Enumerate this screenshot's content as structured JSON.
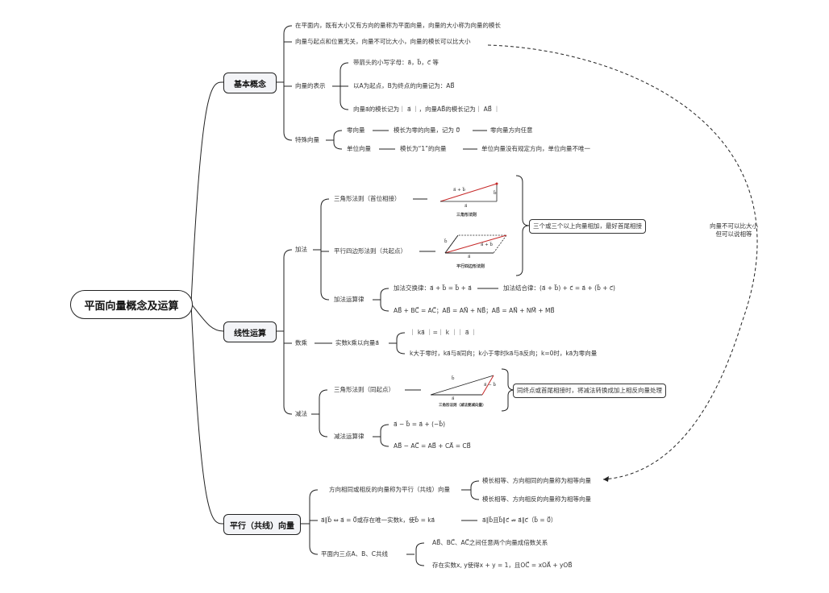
{
  "root": "平面向量概念及运算",
  "branches": {
    "basic": "基本概念",
    "linear": "线性运算",
    "parallel": "平行（共线）向量"
  },
  "basic": {
    "def": "在平面内，既有大小又有方向的量称为平面向量，向量的大小称为向量的模长",
    "compare": "向量与起点和位置无关，向量不可比大小，向量的模长可以比大小",
    "repr_label": "向量的表示",
    "repr_1": "带箭头的小写字母：a⃗，b⃗，c⃗ 等",
    "repr_2": "以A为起点，B为终点的向量记为：AB⃗",
    "repr_3": "向量a⃗的模长记为｜ a⃗ ｜，向量AB⃗的模长记为｜ AB⃗ ｜",
    "special_label": "特殊向量",
    "zero": "零向量",
    "zero_def": "模长为零的向量，记为 0⃗",
    "zero_note": "零向量方向任意",
    "unit": "单位向量",
    "unit_def": "模长为“1”的向量",
    "unit_note": "单位向量没有规定方向，单位向量不唯一"
  },
  "linear": {
    "add": "加法",
    "triangle": "三角形法则（首位相接）",
    "parallelogram": "平行四边形法则（共起点）",
    "add_note": "三个或三个以上向量相加，最好首尾相接",
    "add_laws": "加法运算律",
    "comm": "加法交换律：a⃗ + b⃗ = b⃗ + a⃗",
    "assoc": "加法结合律：(a⃗ + b⃗) + c⃗ = a⃗ + (b⃗ + c⃗)",
    "chain": "AB⃗ + BC⃗ = AC⃗；AB⃗ = AN⃗ + NB⃗；AB⃗ = AN⃗ + NM⃗ + MB⃗",
    "scalar": "数乘",
    "scalar_label": "实数k乘以向量a⃗",
    "scalar_mod": "｜ ka⃗ ｜=｜ k ｜｜ a⃗ ｜",
    "scalar_dir": "k大于零时，ka⃗与a⃗同向；k小于零时ka⃗与a⃗反向；k=0时，ka⃗为零向量",
    "sub": "减法",
    "sub_triangle": "三角形法则（同起点）",
    "sub_note": "同终点或首尾相接时，将减法转换成加上相反向量处理",
    "sub_laws": "减法运算律",
    "sub_1": "a⃗ − b⃗ = a⃗ + (−b⃗)",
    "sub_2": "AB⃗ − AC⃗ = AB⃗ + CA⃗ = CB⃗",
    "cap_tri": "三角形法则",
    "cap_para": "平行四边形法则",
    "cap_sub": "三角形法则（减法要减向量）",
    "lbl_a": "a⃗",
    "lbl_b": "b⃗",
    "lbl_ab": "a⃗ + b⃗",
    "lbl_amb": "a⃗ − b⃗"
  },
  "parallel": {
    "def": "方向相同或相反的向量称为平行（共线）向量",
    "equal": "模长相等、方向相同的向量称为相等向量",
    "opposite": "模长相等、方向相反的向量称为相等向量",
    "theorem": "a⃗∥b⃗ ⇔ a⃗ = 0⃗或存在唯一实数k，使b⃗ = ka⃗",
    "trans": "a⃗∥b⃗且b⃗∥c⃗ ⇏ a⃗∥c⃗（b⃗ = 0⃗）",
    "three_points": "平面内三点A、B、C共线",
    "tp_1": "AB⃗、BC⃗、AC⃗之间任意两个向量成倍数关系",
    "tp_2": "存在实数x, y使得x + y = 1，且OC⃗ = xOA⃗ + yOB⃗"
  },
  "dashed_note": {
    "line1": "向量不可以比大小",
    "line2": "但可以说相等"
  }
}
